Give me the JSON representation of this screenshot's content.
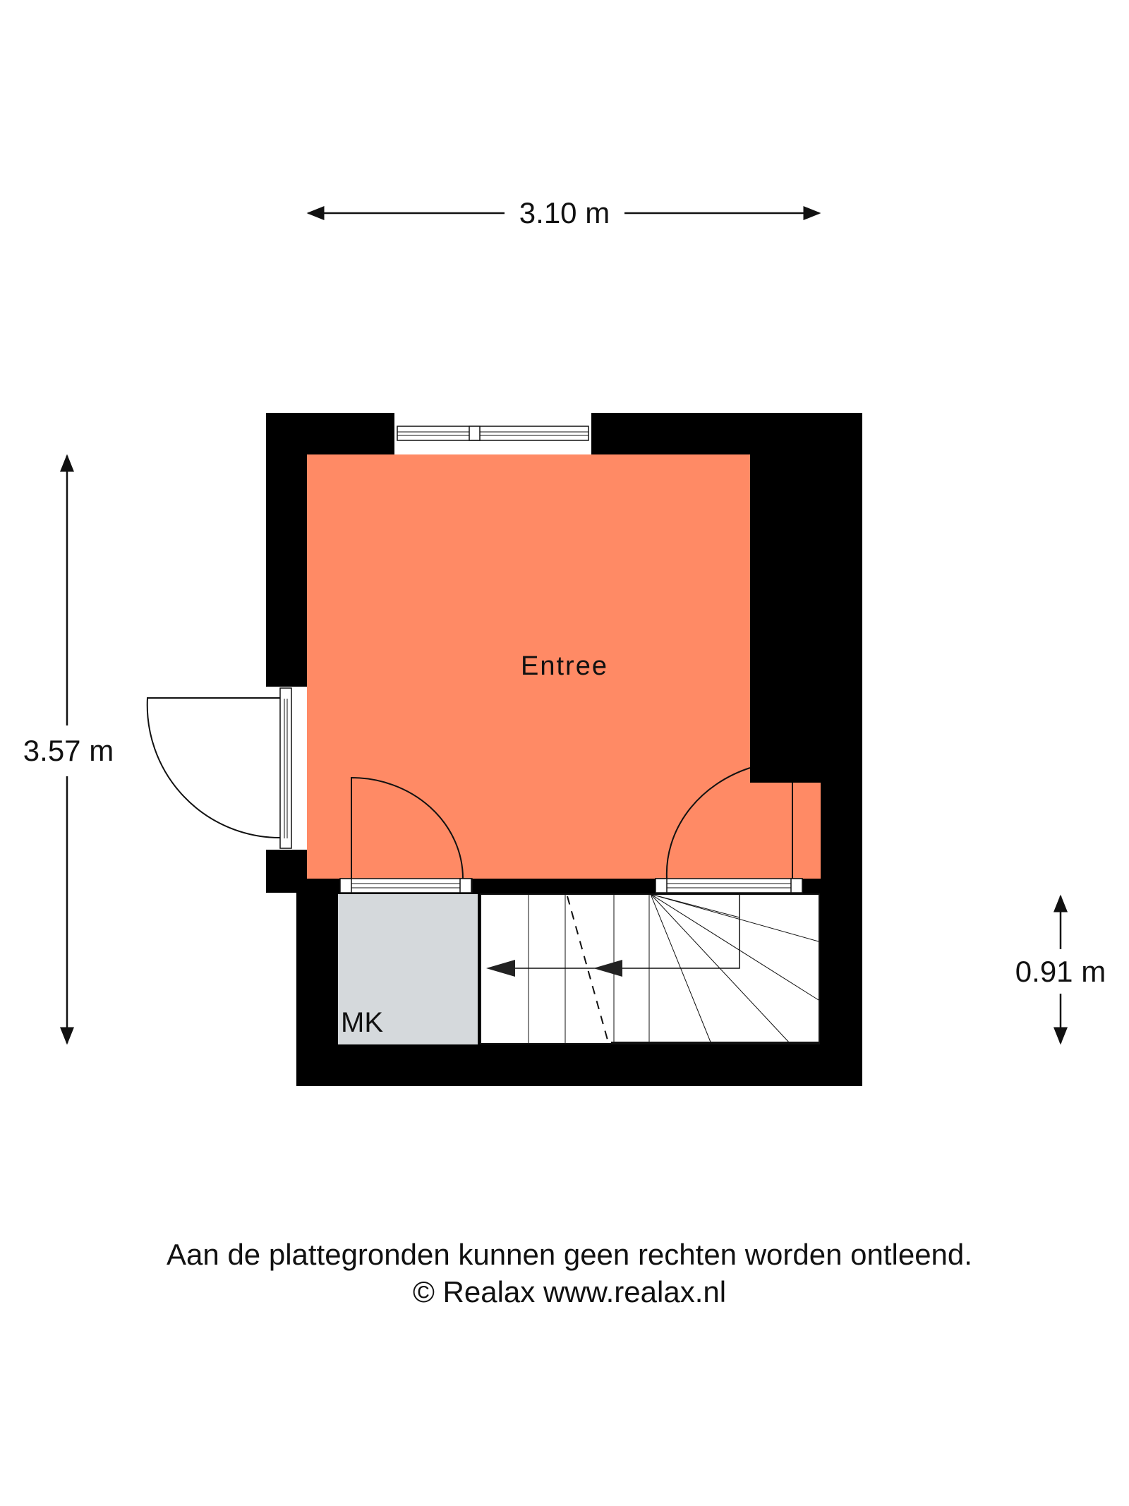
{
  "dimensions": {
    "width_label": "3.10 m",
    "height_label": "3.57 m",
    "stair_label": "0.91 m"
  },
  "rooms": [
    {
      "name": "Entree",
      "color": "#FF8A65"
    },
    {
      "name": "MK",
      "color": "#D5D9DC"
    }
  ],
  "footer": {
    "disclaimer": "Aan de plattegronden kunnen geen rechten worden ontleend.",
    "copyright": "© Realax www.realax.nl"
  }
}
